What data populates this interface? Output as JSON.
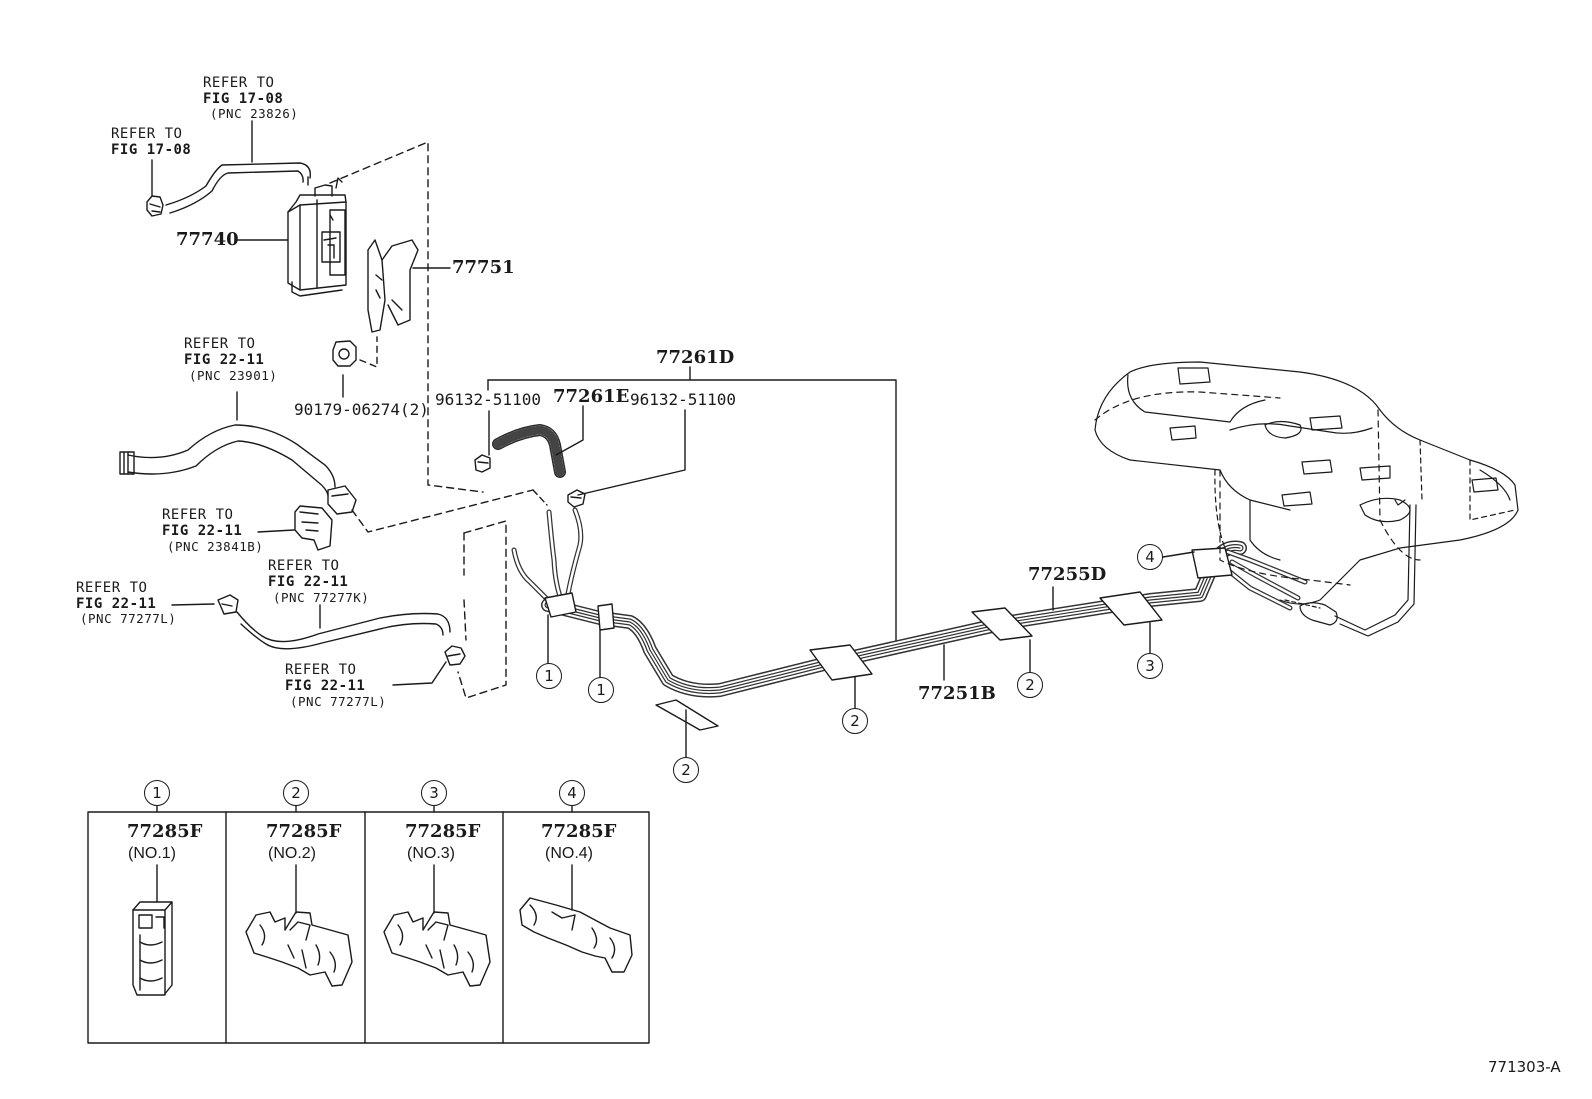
{
  "figure_code": "771303-A",
  "top_refs": {
    "ref_a": {
      "line1": "REFER TO",
      "line2": "FIG 17-08",
      "line3": "(PNC 23826)"
    },
    "ref_b": {
      "line1": "REFER TO",
      "line2": "FIG 17-08"
    },
    "ref_c": {
      "line1": "REFER TO",
      "line2": "FIG 22-11",
      "line3": "(PNC 23901)"
    },
    "ref_d": {
      "line1": "REFER TO",
      "line2": "FIG 22-11",
      "line3": "(PNC 23841B)"
    },
    "ref_e": {
      "line1": "REFER TO",
      "line2": "FIG 22-11",
      "line3": "(PNC 77277L)"
    },
    "ref_f": {
      "line1": "REFER TO",
      "line2": "FIG 22-11",
      "line3": "(PNC 77277K)"
    },
    "ref_g": {
      "line1": "REFER TO",
      "line2": "FIG 22-11",
      "line3": "(PNC 77277L)"
    }
  },
  "parts": {
    "canister": "77740",
    "bracket": "77751",
    "grommet": "90179-06274(2)",
    "tube_assy": "77261D",
    "hose": "77261E",
    "clip_left": "96132-51100",
    "clip_right": "96132-51100",
    "tube_rear": "77255D",
    "tube_main": "77251B"
  },
  "callouts": {
    "c1a": "1",
    "c1b": "1",
    "c2a": "2",
    "c2b": "2",
    "c2c": "2",
    "c3": "3",
    "c4": "4"
  },
  "legend": [
    {
      "num": "1",
      "part": "77285F",
      "sub": "(NO.1)"
    },
    {
      "num": "2",
      "part": "77285F",
      "sub": "(NO.2)"
    },
    {
      "num": "3",
      "part": "77285F",
      "sub": "(NO.3)"
    },
    {
      "num": "4",
      "part": "77285F",
      "sub": "(NO.4)"
    }
  ]
}
